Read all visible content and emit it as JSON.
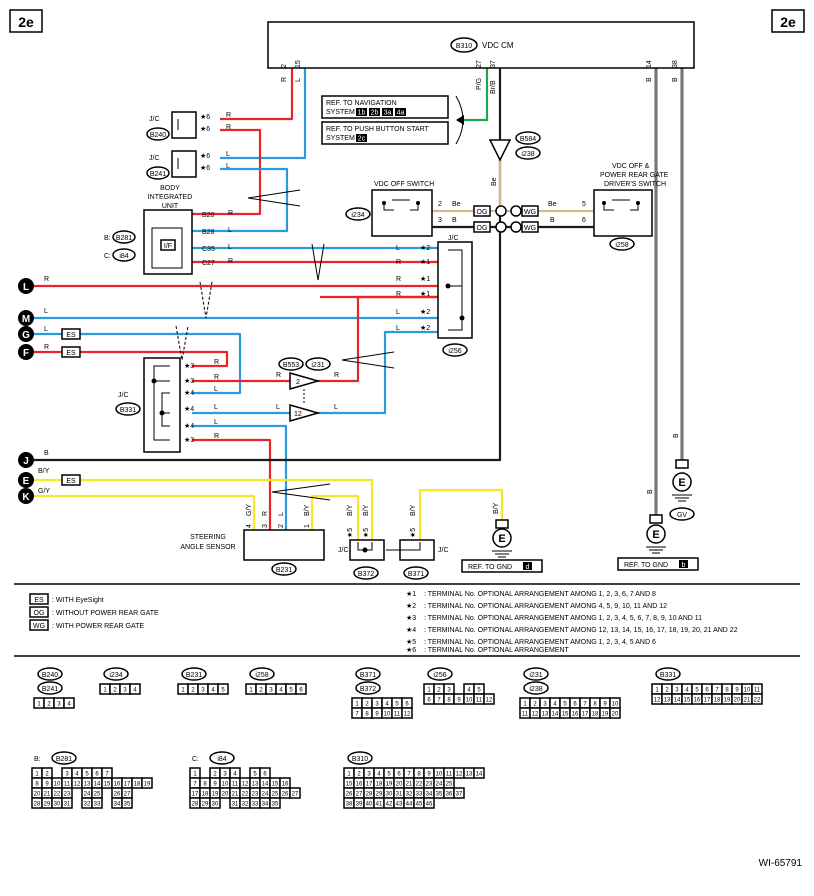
{
  "page_id": "2e",
  "doc_code": "WI-65791",
  "vdc_cm": {
    "code": "B310",
    "title": "VDC CM"
  },
  "vdc_pins": [
    {
      "num": "2",
      "color": "R"
    },
    {
      "num": "15",
      "color": "L"
    },
    {
      "num": "27",
      "color": "P/G"
    },
    {
      "num": "37",
      "color": "Br/B"
    },
    {
      "num": "14",
      "color": "B"
    },
    {
      "num": "38",
      "color": "B"
    }
  ],
  "ref_nav": {
    "line1": "REF. TO NAVIGATION",
    "line2": "SYSTEM",
    "pages": [
      "1b",
      "2b",
      "3a",
      "4a"
    ]
  },
  "ref_push": {
    "line1": "REF. TO PUSH BUTTON START",
    "line2": "SYSTEM",
    "pages": [
      "2c"
    ]
  },
  "jc_top": {
    "label": "J/C",
    "b240": {
      "code": "B240",
      "rows": [
        {
          "star": "★6",
          "color": "R"
        },
        {
          "star": "★6",
          "color": "R"
        }
      ]
    },
    "b241": {
      "code": "B241",
      "rows": [
        {
          "star": "★6",
          "color": "L"
        },
        {
          "star": "★6",
          "color": "L"
        }
      ]
    }
  },
  "body_unit": {
    "title1": "BODY",
    "title2": "INTEGRATED",
    "title3": "UNIT",
    "inner": "I/F",
    "conn_b_prefix": "B:",
    "conn_b": "B281",
    "conn_c_prefix": "C:",
    "conn_c": "i84",
    "pins": [
      {
        "pin": "B20",
        "color": "R"
      },
      {
        "pin": "B28",
        "color": "L"
      },
      {
        "pin": "C35",
        "color": "L"
      },
      {
        "pin": "C27",
        "color": "R"
      }
    ]
  },
  "vdc_off_switch": {
    "title": "VDC OFF SWITCH",
    "code": "i234",
    "pins": [
      {
        "num": "2",
        "color": "Be"
      },
      {
        "num": "3",
        "color": "B"
      }
    ]
  },
  "gate_switch": {
    "title1": "VDC OFF &",
    "title2": "POWER REAR GATE",
    "title3": "DRIVER'S SWITCH",
    "code": "i258",
    "pins": [
      {
        "num": "5",
        "color": "Be"
      },
      {
        "num": "6",
        "color": "B"
      }
    ]
  },
  "conn_mid": {
    "b584": "B584",
    "i238": "i238",
    "wire": "Be"
  },
  "tags": {
    "og": "OG",
    "wg": "WG",
    "es": "ES"
  },
  "jc_i256": {
    "label": "J/C",
    "code": "i256",
    "rows": [
      {
        "color": "L",
        "star": "★2"
      },
      {
        "color": "R",
        "star": "★1"
      },
      {
        "color": "R",
        "star": "★1"
      },
      {
        "color": "R",
        "star": "★1"
      },
      {
        "color": "L",
        "star": "★2"
      },
      {
        "color": "L",
        "star": "★2"
      }
    ]
  },
  "ext_terminals": [
    {
      "letter": "L",
      "color": "R"
    },
    {
      "letter": "M",
      "color": "L"
    },
    {
      "letter": "G",
      "color": "L"
    },
    {
      "letter": "F",
      "color": "R"
    },
    {
      "letter": "J",
      "color": "B"
    },
    {
      "letter": "E",
      "color": "B/Y"
    },
    {
      "letter": "K",
      "color": "G/Y"
    }
  ],
  "jc_b331": {
    "label": "J/C",
    "code": "B331",
    "rows": [
      {
        "star": "★3",
        "color": "R"
      },
      {
        "star": "★3",
        "color": "R"
      },
      {
        "star": "★4",
        "color": "L"
      },
      {
        "star": "★4",
        "color": "L"
      },
      {
        "star": "★4",
        "color": "L"
      },
      {
        "star": "★3",
        "color": "R"
      }
    ]
  },
  "conn_b553": {
    "a": "B553",
    "b": "i231",
    "pin_r": "2",
    "pin_l": "12",
    "wire_r": "R",
    "wire_l": "L"
  },
  "steering": {
    "title1": "STEERING",
    "title2": "ANGLE SENSOR",
    "code": "B231",
    "pins": [
      {
        "num": "4",
        "color": "G/Y"
      },
      {
        "num": "3",
        "color": "R"
      },
      {
        "num": "2",
        "color": "L"
      },
      {
        "num": "1",
        "color": "B/Y"
      }
    ]
  },
  "jc_b372": {
    "label": "J/C",
    "code": "B372",
    "pins": [
      {
        "star": "★5",
        "color": "B/Y"
      },
      {
        "star": "★5",
        "color": "B/Y"
      }
    ]
  },
  "jc_b371": {
    "label": "J/C",
    "code": "B371",
    "pins": [
      {
        "star": "★5",
        "color": "B/Y"
      }
    ]
  },
  "gnd_d": {
    "ground": "E",
    "wire": "B/Y",
    "ref": "REF. TO GND",
    "tag": "d"
  },
  "gnd_b": {
    "ground": "E",
    "wire": "B",
    "ref": "REF. TO GND",
    "tag": "b"
  },
  "gnd_gv": {
    "ground": "E",
    "wire": "B",
    "code": "GV"
  },
  "legend_left": [
    {
      "tag": "ES",
      "text": ": WITH EyeSight"
    },
    {
      "tag": "OG",
      "text": ": WITHOUT POWER REAR GATE"
    },
    {
      "tag": "WG",
      "text": ": WITH POWER REAR GATE"
    }
  ],
  "legend_right": [
    {
      "mark": "★1",
      "text": ": TERMINAL No. OPTIONAL ARRANGEMENT AMONG 1, 2, 3, 6, 7 AND 8"
    },
    {
      "mark": "★2",
      "text": ": TERMINAL No. OPTIONAL ARRANGEMENT AMONG 4, 5, 9, 10, 11 AND 12"
    },
    {
      "mark": "★3",
      "text": ": TERMINAL No. OPTIONAL ARRANGEMENT AMONG 1, 2, 3, 4, 5, 6, 7, 8, 9, 10 AND 11"
    },
    {
      "mark": "★4",
      "text": ": TERMINAL No. OPTIONAL ARRANGEMENT AMONG 12, 13, 14, 15, 16, 17, 18, 19, 20, 21 AND 22"
    },
    {
      "mark": "★5",
      "text": ": TERMINAL No. OPTIONAL ARRANGEMENT AMONG 1, 2, 3, 4, 5 AND 6"
    },
    {
      "mark": "★6",
      "text": ": TERMINAL No. OPTIONAL ARRANGEMENT"
    }
  ],
  "connector_views": [
    {
      "codes": [
        "B240",
        "B241"
      ],
      "rows": [
        [
          "1",
          "2",
          "3",
          "4"
        ]
      ]
    },
    {
      "codes": [
        "i234"
      ],
      "rows": [
        [
          "1",
          "2",
          "3",
          "4"
        ]
      ]
    },
    {
      "codes": [
        "B231"
      ],
      "rows": [
        [
          "1",
          "2",
          "3",
          "4",
          "5"
        ]
      ]
    },
    {
      "codes": [
        "i258"
      ],
      "rows": [
        [
          "1",
          "2",
          "3",
          "4",
          "5",
          "6"
        ]
      ]
    },
    {
      "codes": [
        "B371",
        "B372"
      ],
      "rows": [
        [
          "1",
          "2",
          "3",
          "4",
          "5",
          "6"
        ],
        [
          "7",
          "8",
          "9",
          "10",
          "11",
          "12"
        ]
      ]
    },
    {
      "codes": [
        "i256"
      ],
      "rows": [
        [
          "1",
          "2",
          "3",
          "",
          "4",
          "5"
        ],
        [
          "6",
          "7",
          "8",
          "9",
          "10",
          "11",
          "12"
        ]
      ]
    },
    {
      "codes": [
        "i231",
        "i238"
      ],
      "rows": [
        [
          "1",
          "2",
          "3",
          "4",
          "5",
          "6",
          "7",
          "8",
          "9",
          "10"
        ],
        [
          "11",
          "12",
          "13",
          "14",
          "15",
          "16",
          "17",
          "18",
          "19",
          "20"
        ]
      ]
    },
    {
      "codes": [
        "B331"
      ],
      "rows": [
        [
          "1",
          "2",
          "3",
          "4",
          "5",
          "6",
          "7",
          "8",
          "9",
          "10",
          "11"
        ],
        [
          "12",
          "13",
          "14",
          "15",
          "16",
          "17",
          "18",
          "19",
          "20",
          "21",
          "22"
        ]
      ]
    },
    {
      "prefix": "B:",
      "codes": [
        "B281"
      ],
      "rows": [
        [
          "1",
          "2",
          "",
          "3",
          "4",
          "5",
          "6",
          "7"
        ],
        [
          "8",
          "9",
          "10",
          "11",
          "12",
          "13",
          "14",
          "15",
          "16",
          "17",
          "18",
          "19"
        ],
        [
          "20",
          "21",
          "22",
          "23",
          "",
          "24",
          "25",
          "",
          "26",
          "27"
        ],
        [
          "28",
          "29",
          "30",
          "31",
          "",
          "32",
          "33",
          "",
          "34",
          "35"
        ]
      ]
    },
    {
      "prefix": "C:",
      "codes": [
        "i84"
      ],
      "rows": [
        [
          "1",
          "",
          "2",
          "3",
          "4",
          "",
          "5",
          "6"
        ],
        [
          "7",
          "8",
          "9",
          "10",
          "11",
          "12",
          "13",
          "14",
          "15",
          "16"
        ],
        [
          "17",
          "18",
          "19",
          "20",
          "21",
          "22",
          "23",
          "24",
          "25",
          "26",
          "27"
        ],
        [
          "28",
          "29",
          "30",
          "",
          "31",
          "32",
          "33",
          "34",
          "35"
        ]
      ]
    },
    {
      "codes": [
        "B310"
      ],
      "rows": [
        [
          "1",
          "2",
          "3",
          "4",
          "5",
          "6",
          "7",
          "8",
          "9",
          "10",
          "11",
          "12",
          "13",
          "14"
        ],
        [
          "15",
          "16",
          "17",
          "18",
          "19",
          "20",
          "21",
          "22",
          "23",
          "24",
          "25"
        ],
        [
          "26",
          "27",
          "28",
          "29",
          "30",
          "31",
          "32",
          "33",
          "34",
          "35",
          "36",
          "37"
        ],
        [
          "38",
          "39",
          "40",
          "41",
          "42",
          "43",
          "44",
          "45",
          "46"
        ]
      ]
    }
  ],
  "colors": {
    "red": "#e8262a",
    "blue": "#2b9be0",
    "yellow": "#f6e72a",
    "green": "#1aa84a",
    "tan": "#d9b98c",
    "black": "#1a1a1a",
    "gray": "#777777"
  }
}
